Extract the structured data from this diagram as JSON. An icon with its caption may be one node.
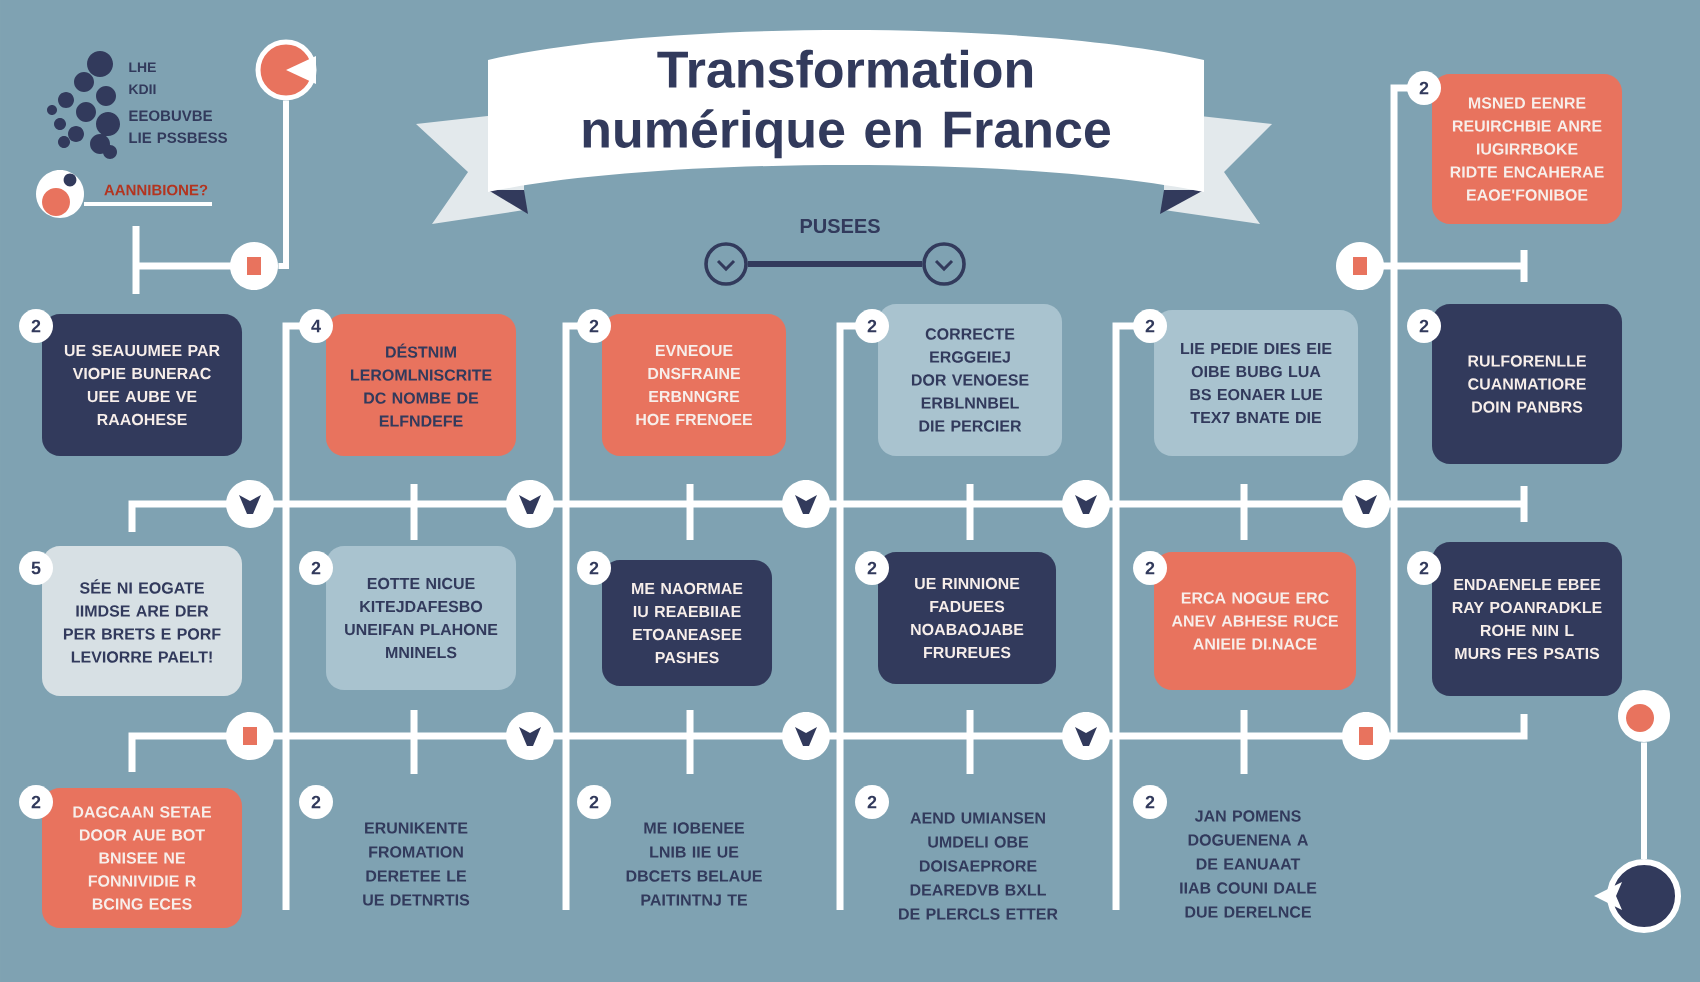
{
  "diagram": {
    "title": "Transformation numérique en France",
    "nodes": [
      {
        "text": [],
        "shape": "circle"
      },
      {
        "text": [],
        "shape": "circle"
      },
      {
        "text": [],
        "shape": "circle"
      },
      {
        "text": [],
        "shape": "circle"
      },
      {
        "text": [
          "2",
          "MSNED EENRE REUIRCHBIE ANRE IUGIRRBOKE RIDTE ENCAHERAE EAOE'FONIBOE"
        ]
      },
      {
        "text": [
          "2",
          "UE SEAUUMEE PAR VIOPIE BUNERAC UEE AUBE VE RAAOHESE"
        ]
      },
      {
        "text": [
          "4",
          "DÉSTNIM LEROMLNISCRITE DC NOMBE DE ELFNDEFE"
        ]
      },
      {
        "text": [
          "2",
          "EVNEOUE DNSFRAINE ERBNNGRE HOE FRENOEE"
        ]
      },
      {
        "text": [
          "2",
          "CORRECTE ERGGEIEJ DOR VENOESE ERBLNNBEL DIE PERCIER"
        ]
      },
      {
        "text": [
          "2",
          "LIE PEDIE DIES EIE OIBE BUBG LUA BS EONAER LUE TEX7 BNATE DIE"
        ]
      },
      {
        "text": [
          "2",
          "RULFORENLLE CUANMATIORE DOIN PANBRS"
        ]
      },
      {
        "text": [
          "5",
          "SÉE NI EOGATE IIMDSE ARE DER PER BRETS E PORF LEVIORRE PAELT!"
        ]
      },
      {
        "text": [
          "2",
          "EOTTE NICUE KITEJDAFESBO UNEIFAN PLAHONE MNINELS"
        ]
      },
      {
        "text": [
          "2",
          "ME NAORMAE IU REAEBIIAE ETOANEASEE PASHES"
        ]
      },
      {
        "text": [
          "2",
          "UE RINNIONE FADUEES NOABAOJABE FRUREUES"
        ]
      },
      {
        "text": [
          "2",
          "ERCA NOGUE ERC ANEV ABHESE RUCE ANIEIE DI.NACE"
        ]
      },
      {
        "text": [
          "2",
          "ENDAENELE EBEE RAY POANRADKLE ROHE NIN L MURS FES PSATIS"
        ]
      },
      {
        "text": [],
        "shape": "circle"
      },
      {
        "text": [
          "2",
          "DAGCAAN SETAE DOOR AUE BOT BNISEE NE FONNIVIDIE R BCING ECES"
        ]
      },
      {
        "text": [
          "2"
        ],
        "beside": [
          "ERUNIKENTE FROMATION DERETEE LE UE DETNRTIS"
        ]
      },
      {
        "text": [
          "2"
        ],
        "beside": [
          "ME IOBENEE LNIB IIE UE DBCETS BELAUE PAITINTNJ TE"
        ]
      },
      {
        "text": [
          "2"
        ],
        "beside": [
          "AEND UMIANSEN UMDELI OBE DOISAEPRORE DEAREDVB BXLL DE PLERCLS ETTER"
        ]
      },
      {
        "text": [
          "2"
        ],
        "beside": [
          "JAN POMENS DOGUENENA A DE EANUAAT IIAB COUNI DALE DUE DERELNCE"
        ]
      },
      {
        "text": [],
        "shape": "circle"
      }
    ],
    "edges": [
      {
        "from": 0,
        "to": 1,
        "arrow": "none"
      },
      {
        "from": 2,
        "to": 3,
        "arrow": "none",
        "color": "#323a5c"
      },
      {
        "from": 17,
        "to": 23,
        "arrow": "none"
      }
    ],
    "labels": [
      "LHE KDII",
      "EEOBUVBE LIE PSSBESS",
      "AANNIBIONE?",
      "PUSEES"
    ]
  }
}
